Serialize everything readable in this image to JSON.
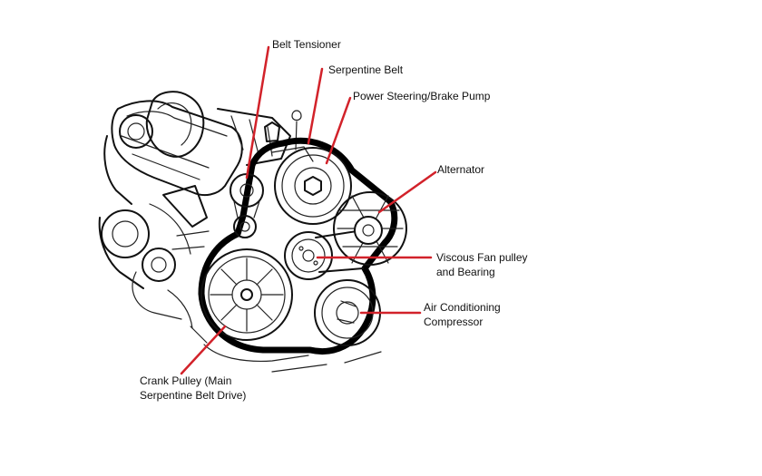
{
  "colors": {
    "ink": "#111111",
    "belt": "#000000",
    "leader": "#d2222a",
    "background": "#ffffff"
  },
  "labels": {
    "belt_tensioner": "Belt Tensioner",
    "serpentine_belt": "Serpentine Belt",
    "power_steering": "Power Steering/Brake Pump",
    "alternator": "Alternator",
    "viscous_fan_1": "Viscous Fan pulley",
    "viscous_fan_2": "and Bearing",
    "ac_1": "Air Conditioning",
    "ac_2": "Compressor",
    "crank_1": "Crank Pulley (Main",
    "crank_2": "Serpentine Belt Drive)"
  }
}
